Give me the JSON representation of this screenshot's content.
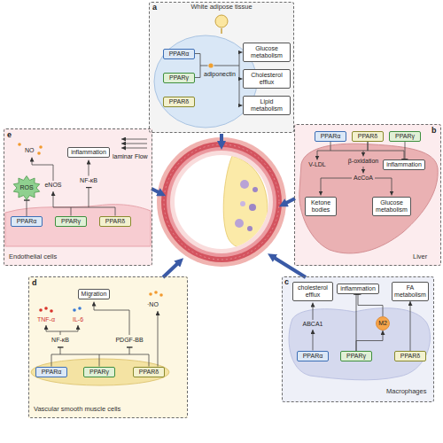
{
  "diagram": {
    "nodes": [
      {
        "text": [
          "a",
          "White adipose tissue"
        ]
      },
      {
        "text": [
          "PPARα"
        ],
        "in": 0
      },
      {
        "text": [
          "PPARγ"
        ],
        "in": 0
      },
      {
        "text": [
          "PPARδ"
        ],
        "in": 0
      },
      {
        "text": [
          "Glucose metabolism"
        ],
        "in": 0
      },
      {
        "text": [
          "Cholesterol efflux"
        ],
        "in": 0
      },
      {
        "text": [
          "Lipid metabolism"
        ],
        "in": 0
      },
      {
        "text": [
          "b",
          "Liver"
        ]
      },
      {
        "text": [
          "PPARα"
        ],
        "in": 7
      },
      {
        "text": [
          "PPARδ"
        ],
        "in": 7
      },
      {
        "text": [
          "PPARγ"
        ],
        "in": 7
      },
      {
        "text": [
          "inflammation"
        ],
        "in": 7
      },
      {
        "text": [
          "Ketone bodies"
        ],
        "in": 7
      },
      {
        "text": [
          "Glucose metabolism"
        ],
        "in": 7
      },
      {
        "text": [
          "c",
          "Macrophages"
        ]
      },
      {
        "text": [
          "cholesterol efflux"
        ],
        "in": 14
      },
      {
        "text": [
          "inflammation"
        ],
        "in": 14
      },
      {
        "text": [
          "FA metabolism"
        ],
        "in": 14
      },
      {
        "text": [
          "M2"
        ],
        "in": 14
      },
      {
        "text": [
          "PPARα"
        ],
        "in": 14
      },
      {
        "text": [
          "PPARγ"
        ],
        "in": 14
      },
      {
        "text": [
          "PPARδ"
        ],
        "in": 14
      },
      {
        "text": [
          "d",
          "Vascular smooth muscle cells"
        ]
      },
      {
        "text": [
          "Migration"
        ],
        "in": 22
      },
      {
        "text": [
          "PPARα"
        ],
        "in": 22
      },
      {
        "text": [
          "PPARγ"
        ],
        "in": 22
      },
      {
        "text": [
          "PPARδ"
        ],
        "in": 22
      },
      {
        "text": [
          "e",
          "Endothelial cells"
        ]
      },
      {
        "text": [
          "inflammation"
        ],
        "in": 27
      },
      {
        "text": [
          "ROS"
        ],
        "in": 27
      },
      {
        "text": [
          "PPARα"
        ],
        "in": 27
      },
      {
        "text": [
          "PPARγ"
        ],
        "in": 27
      },
      {
        "text": [
          "PPARδ"
        ],
        "in": 27
      }
    ],
    "edges": [
      {
        "from": 9,
        "to": 11,
        "arrow": "to"
      },
      {
        "from": 10,
        "to": 11,
        "arrow": "to"
      },
      {
        "from": 20,
        "to": 16,
        "arrow": "to"
      },
      {
        "from": 20,
        "to": 18,
        "arrow": "to"
      },
      {
        "from": 18,
        "to": 16,
        "arrow": "to"
      },
      {
        "from": 21,
        "to": 17,
        "arrow": "to"
      },
      {
        "from": 30,
        "to": 29,
        "arrow": "to"
      }
    ],
    "labels": [
      "adiponectin",
      "V-LDL",
      "β-oxidation",
      "AcCoA",
      "ABCA1",
      "TNF-α",
      "IL-6",
      "·NO",
      "NF-κB",
      "PDGF-BB",
      "NO",
      "eNOS",
      "NF-κB",
      "laminar Flow"
    ]
  }
}
